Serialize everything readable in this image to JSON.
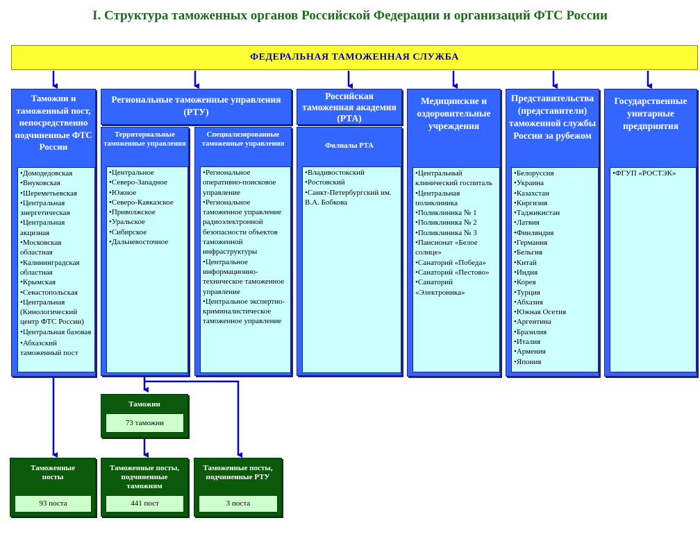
{
  "title": "I. Структура таможенных органов Российской Федерации и организаций ФТС России",
  "fts": "ФЕДЕРАЛЬНАЯ ТАМОЖЕННАЯ СЛУЖБА",
  "columns": {
    "customs": {
      "head": "Таможни и таможенный пост, непосредственно подчиненные ФТС России",
      "items": [
        "•Домодедовская",
        "•Внуковская",
        "•Шереметьевская",
        "•Центральная энергетическая",
        "•Центральная акцизная",
        "•Московская областная",
        "•Калининградская областная",
        "•Крымская",
        "•Севастопольская",
        "•Центральная (Кинологический центр ФТС России)",
        "•Центральная базовая",
        "•Абхазский таможенный пост"
      ]
    },
    "rtu": {
      "head": "Региональные таможенные управления (РТУ)",
      "territorial": {
        "head": "Территориальные таможенные управления",
        "items": [
          "•Центральное",
          "•Северо-Западное",
          "•Южное",
          "•Северо-Кавказское",
          "•Приволжское",
          "•Уральское",
          "•Сибирское",
          "•Дальневосточное"
        ]
      },
      "specialized": {
        "head": "Специализированные таможенные управления",
        "items": [
          "•Региональное оперативно-поисковое управление",
          "•Региональное таможенное управление радиоэлектронной безопасности объектов таможенной инфраструктуры",
          "•Центральное информационно-техническое таможенное управление",
          "•Центральное экспертно-криминалистическое таможенное управление"
        ]
      }
    },
    "academy": {
      "head": "Российская таможенная академия (РТА)",
      "branches_head": "Филиалы РТА",
      "items": [
        "•Владивостокский",
        "•Ростовский",
        "•Санкт-Петербургский им. В.А. Бобкова"
      ]
    },
    "medical": {
      "head": "Медицинские и оздоровительные учреждения",
      "items": [
        "•Центральный клинический госпиталь",
        "•Центральная поликлиника",
        "•Поликлиника № 1",
        "•Поликлиника № 2",
        "•Поликлиника № 3",
        "•Пансионат «Белое солнце»",
        "•Санаторий «Победа»",
        "•Санаторий «Пестово»",
        "•Санаторий «Электроника»"
      ]
    },
    "abroad": {
      "head": "Представительства (представители) таможенной службы России за рубежом",
      "items": [
        "•Белоруссия",
        "•Украина",
        "•Казахстан",
        "•Киргизия",
        "•Таджикистан",
        "•Латвия",
        "•Финляндия",
        "•Германия",
        "•Бельгия",
        "•Китай",
        "•Индия",
        "•Корея",
        "•Турция",
        "•Абхазия",
        "•Южная Осетия",
        "•Аргентина",
        "•Бразилия",
        "•Италия",
        "•Армения",
        "•Япония"
      ]
    },
    "enterprises": {
      "head": "Государственные унитарные предприятия",
      "items": [
        "•ФГУП «РОСТЭК»"
      ]
    }
  },
  "bottom": {
    "customs_count": {
      "head": "Таможни",
      "value": "73 таможни"
    },
    "posts": {
      "head": "Таможенные посты",
      "value": "93 поста"
    },
    "posts_customs": {
      "head": "Таможенные посты, подчиненные таможням",
      "value": "441 пост"
    },
    "posts_rtu": {
      "head": "Таможенные посты, подчиненные РТУ",
      "value": "3 поста"
    }
  },
  "colors": {
    "arrow": "#0000cc",
    "box_blue": "#3366ff",
    "list_bg": "#ccffff",
    "box_green": "#0b5a0b",
    "title_green": "#1b6b1b"
  }
}
